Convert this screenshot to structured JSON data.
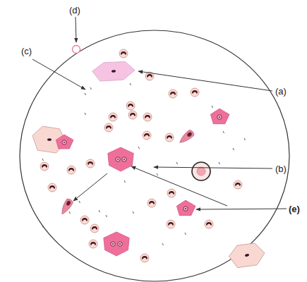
{
  "diagram": {
    "labels": [
      "(d)",
      "(c)",
      "(a)",
      "(b)",
      "(e)"
    ]
  }
}
